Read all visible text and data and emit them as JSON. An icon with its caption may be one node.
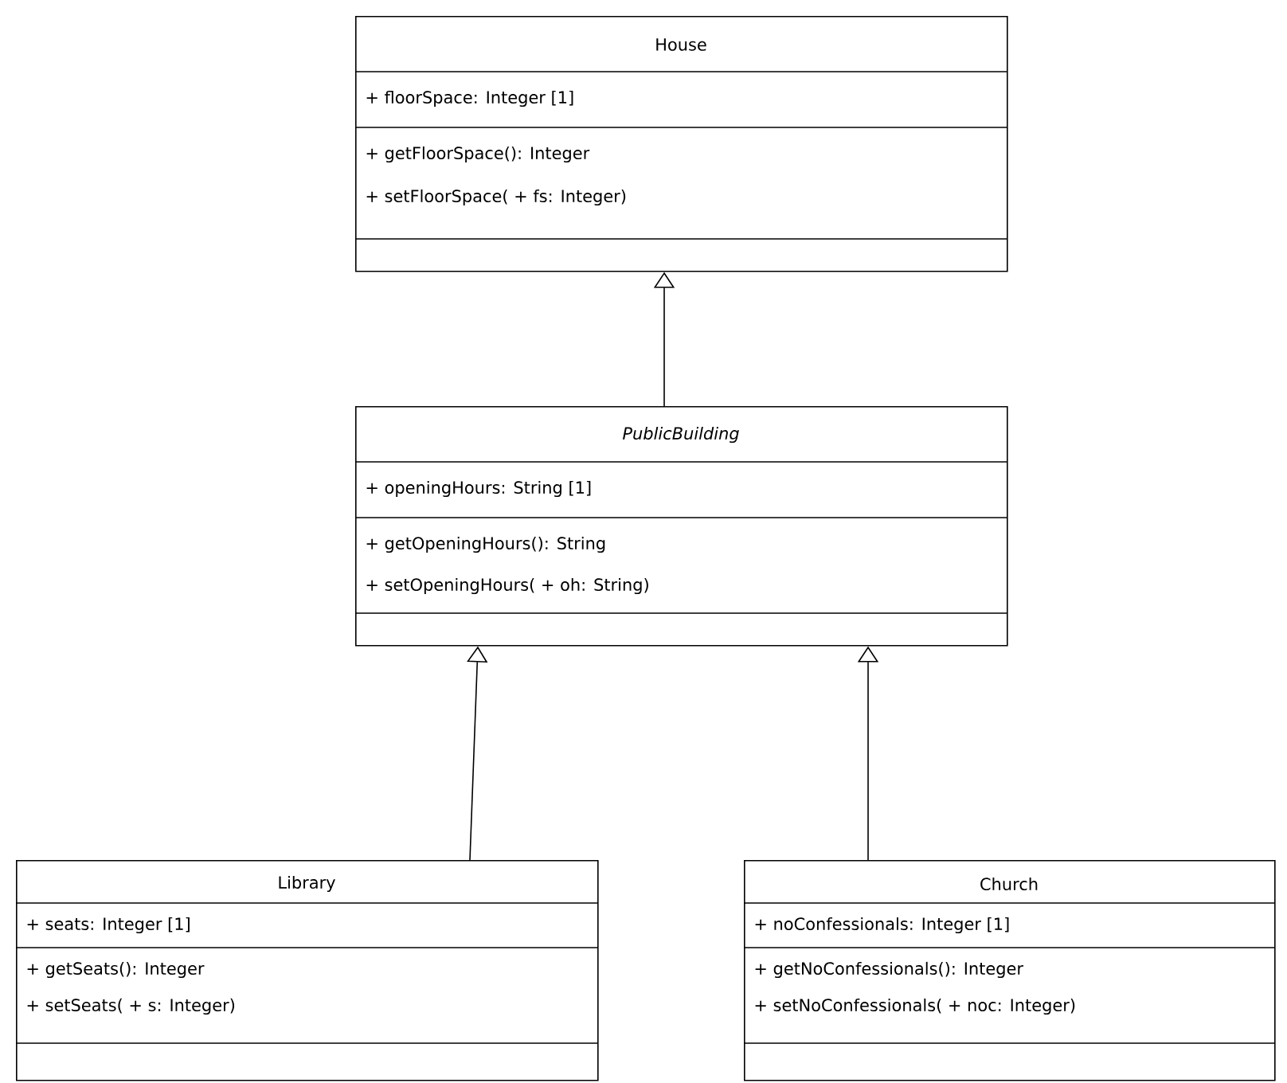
{
  "diagram": {
    "nodes": [
      {
        "text": [
          "House",
          "+ floorSpace: Integer [1]",
          "+ getFloorSpace(): Integer",
          "+ setFloorSpace( + fs: Integer)"
        ]
      },
      {
        "text": [
          "PublicBuilding",
          "+ openingHours: String [1]",
          "+ getOpeningHours(): String",
          "+ setOpeningHours( + oh: String)"
        ]
      },
      {
        "text": [
          "Library",
          "+ seats: Integer [1]",
          "+ getSeats(): Integer",
          "+ setSeats( + s: Integer)"
        ]
      },
      {
        "text": [
          "Church",
          "+ noConfessionals: Integer [1]",
          "+ getNoConfessionals(): Integer",
          "+ setNoConfessionals( + noc: Integer)"
        ]
      }
    ],
    "edges": [
      {
        "from": 1,
        "to": 0,
        "arrow": "to"
      },
      {
        "from": 2,
        "to": 1,
        "arrow": "to"
      },
      {
        "from": 3,
        "to": 1,
        "arrow": "to"
      }
    ]
  }
}
